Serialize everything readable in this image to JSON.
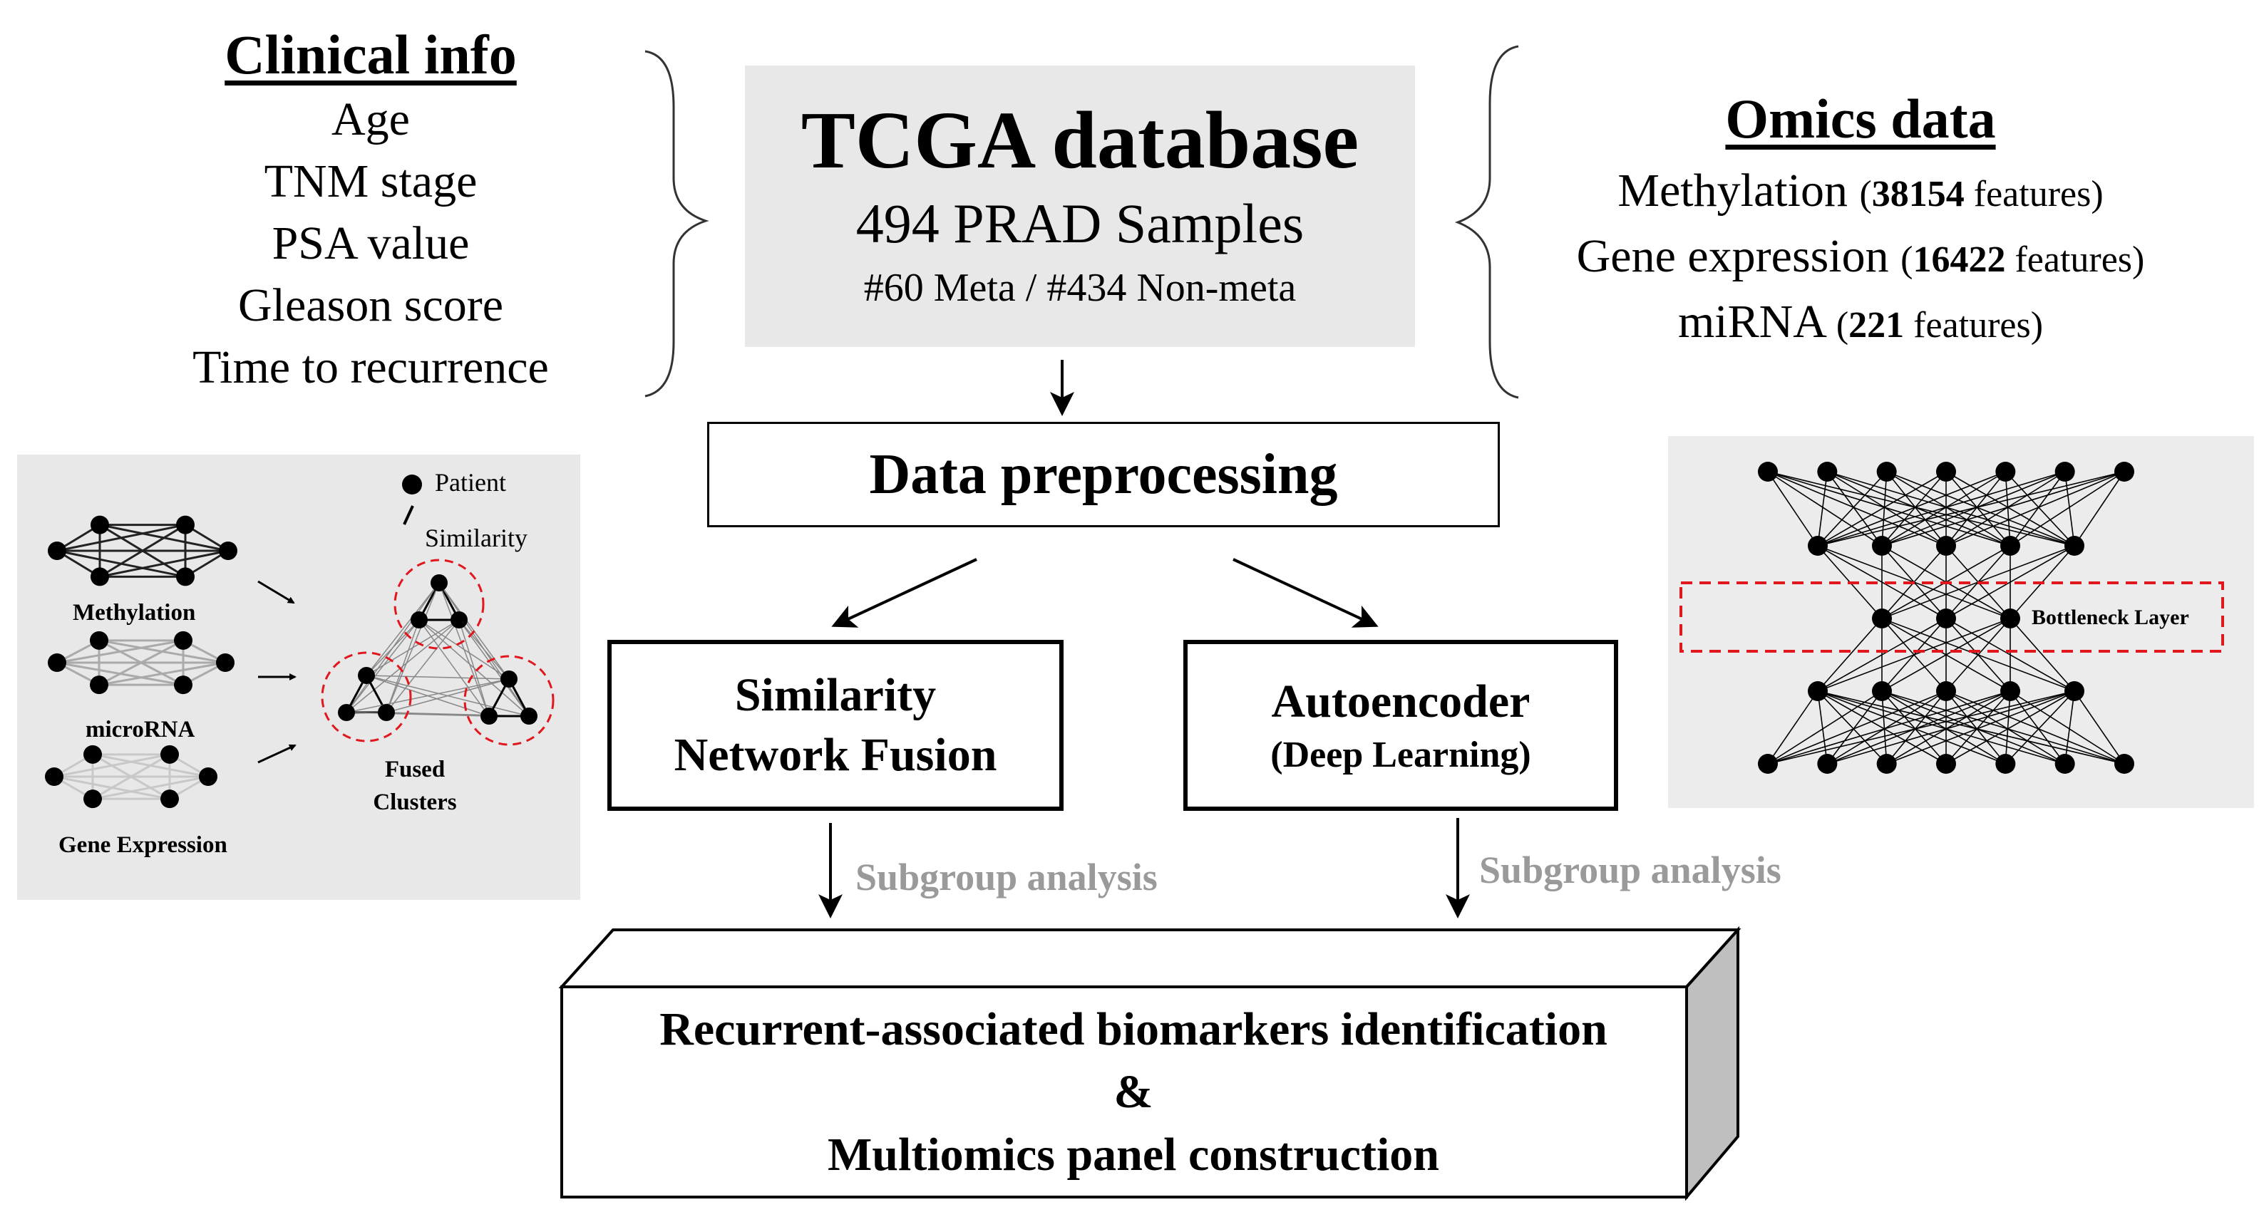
{
  "clinical": {
    "title": "Clinical info",
    "items": [
      "Age",
      "TNM stage",
      "PSA value",
      "Gleason score",
      "Time to recurrence"
    ]
  },
  "tcga": {
    "title": "TCGA database",
    "samples": "494 PRAD Samples",
    "split": "#60 Meta / #434 Non-meta"
  },
  "omics": {
    "title": "Omics data",
    "rows": [
      {
        "name": "Methylation",
        "open": "(",
        "count": "38154",
        "unit": " features)"
      },
      {
        "name": "Gene expression",
        "open": "(",
        "count": "16422",
        "unit": " features)"
      },
      {
        "name": "miRNA",
        "open": "(",
        "count": "221",
        "unit": " features)"
      }
    ]
  },
  "preprocessing": "Data preprocessing",
  "snf": {
    "line1": "Similarity",
    "line2": "Network Fusion",
    "panel": {
      "legend_patient": "Patient",
      "legend_similarity": "Similarity",
      "methylation": "Methylation",
      "microrna": "microRNA",
      "gene_expression": "Gene Expression",
      "fused1": "Fused",
      "fused2": "Clusters"
    }
  },
  "autoencoder": {
    "line1": "Autoencoder",
    "line2": "(Deep Learning)",
    "panel": {
      "bottleneck": "Bottleneck Layer"
    }
  },
  "subgroup_left": "Subgroup analysis",
  "subgroup_right": "Subgroup analysis",
  "final": {
    "line1": "Recurrent-associated biomarkers identification",
    "line2": "&",
    "line3": "Multiomics panel construction"
  },
  "colors": {
    "panel_bg": "#e8e8e8",
    "cluster_dash": "#e0181e",
    "subgroup_text": "#9a9a9a"
  }
}
